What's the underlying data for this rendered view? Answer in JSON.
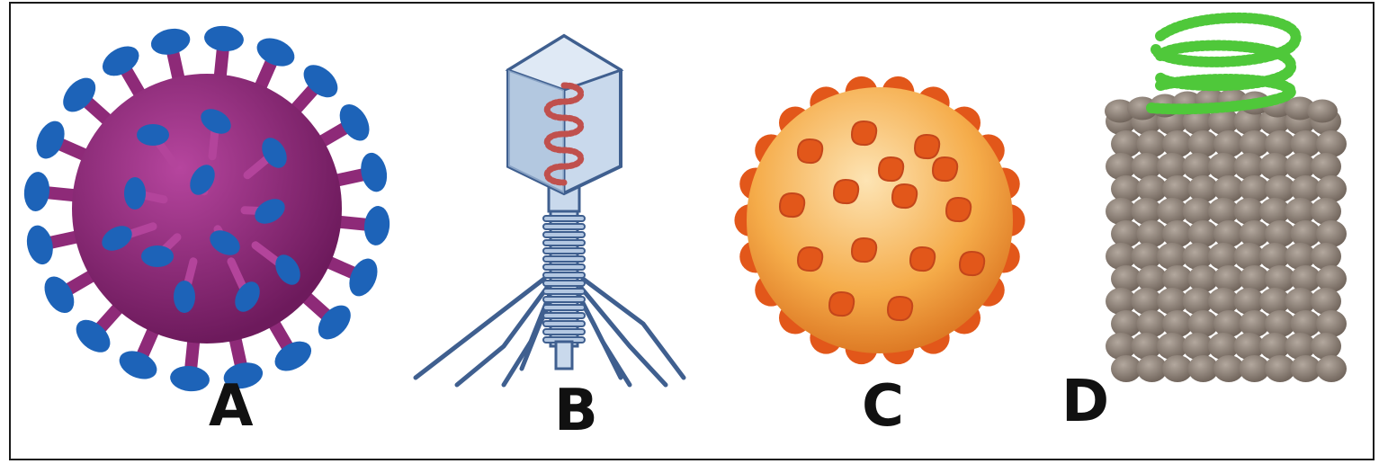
{
  "labels": {
    "a": "A",
    "b": "B",
    "c": "C",
    "d": "D"
  },
  "colors": {
    "virus_a_body": "#8e2a78",
    "virus_a_spikes": "#1d63b8",
    "phage_head": "#c9d9ec",
    "phage_dna": "#c0504d",
    "virus_c_body": "#f2a23c",
    "virus_c_spikes": "#e2571a",
    "virus_d_capsid": "#8a7d72",
    "virus_d_rna": "#4fc83a"
  }
}
